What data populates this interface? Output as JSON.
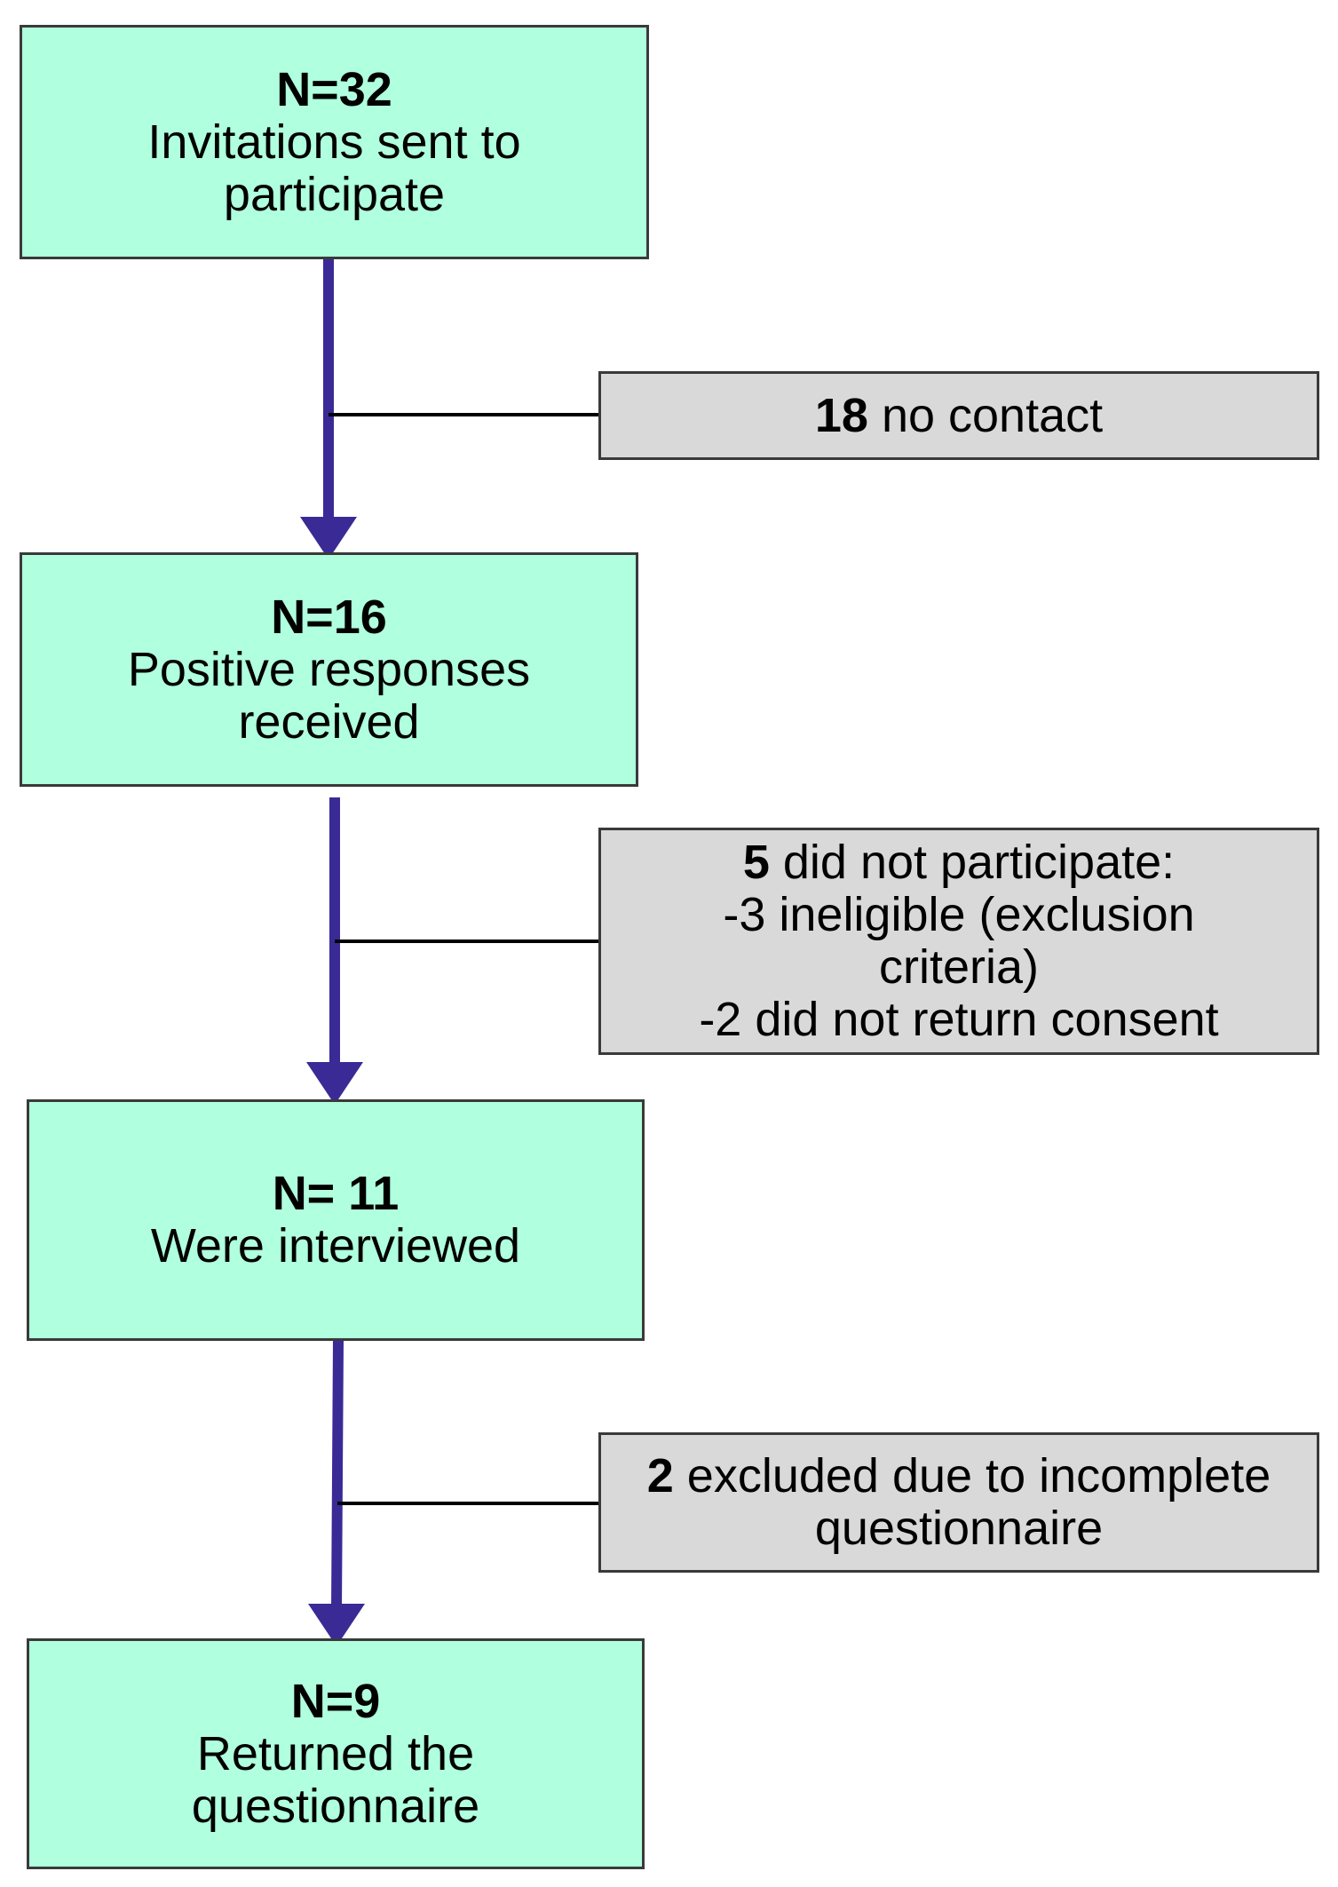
{
  "colors": {
    "stage_fill": "#b0ffde",
    "exclusion_fill": "#d9d9d9",
    "arrow": "#3a2a96",
    "branch_line": "#000000"
  },
  "stages": [
    {
      "count": "N=32",
      "lines": [
        "Invitations sent to",
        "participate"
      ]
    },
    {
      "count": "N=16",
      "lines": [
        "Positive responses",
        "received"
      ]
    },
    {
      "count": "N= 11",
      "lines": [
        "Were interviewed"
      ]
    },
    {
      "count": "N=9",
      "lines": [
        "Returned the",
        "questionnaire"
      ]
    }
  ],
  "exclusions": [
    {
      "count": "18",
      "text": " no contact",
      "extra": []
    },
    {
      "count": "5",
      "text": " did not participate:",
      "extra": [
        "-3 ineligible (exclusion",
        "criteria)",
        "-2 did not return consent"
      ]
    },
    {
      "count": "2",
      "text": " excluded due to incomplete",
      "extra": [
        "questionnaire"
      ]
    }
  ]
}
